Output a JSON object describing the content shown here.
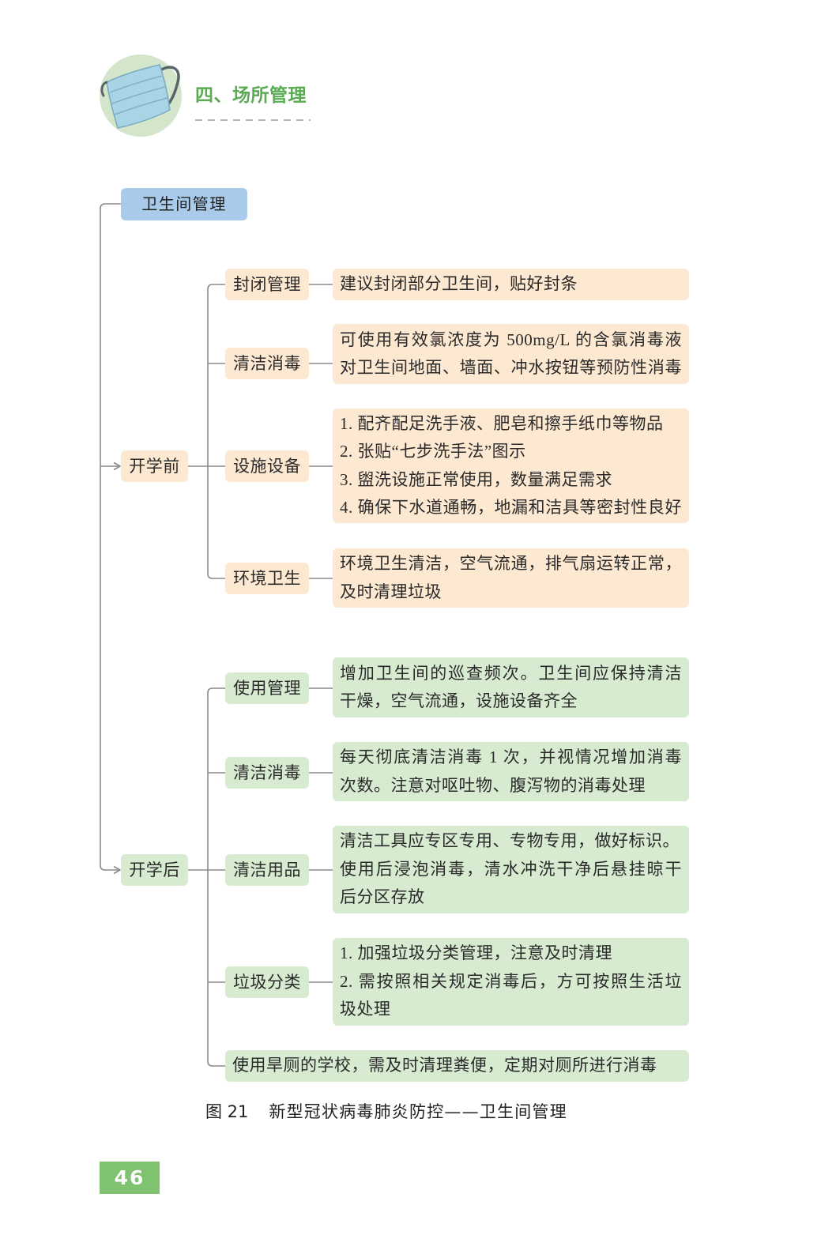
{
  "section": {
    "title": "四、场所管理",
    "icon": "face-mask-icon"
  },
  "diagram": {
    "root": "卫生间管理",
    "phases": [
      {
        "label": "开学前",
        "branches": [
          {
            "label": "封闭管理",
            "details": [
              "建议封闭部分卫生间，贴好封条"
            ]
          },
          {
            "label": "清洁消毒",
            "details": [
              "可使用有效氯浓度为 500mg/L 的含氯消毒液",
              "对卫生间地面、墙面、冲水按钮等预防性消毒"
            ]
          },
          {
            "label": "设施设备",
            "details": [
              "1. 配齐配足洗手液、肥皂和擦手纸巾等物品",
              "2. 张贴“七步洗手法”图示",
              "3. 盥洗设施正常使用，数量满足需求",
              "4. 确保下水道通畅，地漏和洁具等密封性良好"
            ]
          },
          {
            "label": "环境卫生",
            "details": [
              "环境卫生清洁，空气流通，排气扇运转正常，",
              "及时清理垃圾"
            ]
          }
        ]
      },
      {
        "label": "开学后",
        "branches": [
          {
            "label": "使用管理",
            "details": [
              "增加卫生间的巡查频次。卫生间应保持清洁",
              "干燥，空气流通，设施设备齐全"
            ]
          },
          {
            "label": "清洁消毒",
            "details": [
              "每天彻底清洁消毒 1 次，并视情况增加消毒",
              "次数。注意对呕吐物、腹泻物的消毒处理"
            ]
          },
          {
            "label": "清洁用品",
            "details": [
              "清洁工具应专区专用、专物专用，做好标识。",
              "使用后浸泡消毒，清水冲洗干净后悬挂晾干",
              "后分区存放"
            ]
          },
          {
            "label": "垃圾分类",
            "details": [
              "1. 加强垃圾分类管理，注意及时清理",
              "2. 需按照相关规定消毒后，方可按照生活垃",
              "圾处理"
            ]
          }
        ],
        "note": "使用旱厕的学校，需及时清理粪便，定期对厕所进行消毒"
      }
    ]
  },
  "caption": {
    "number": "图 21",
    "title": "新型冠状病毒肺炎防控——卫生间管理"
  },
  "page_number": "46",
  "colors": {
    "accent": "#5aab52",
    "root": "#a9cbe9",
    "before": "#fde8d1",
    "after": "#d7ebd1",
    "page_badge": "#7fc270",
    "connector": "#8a8a8a"
  }
}
